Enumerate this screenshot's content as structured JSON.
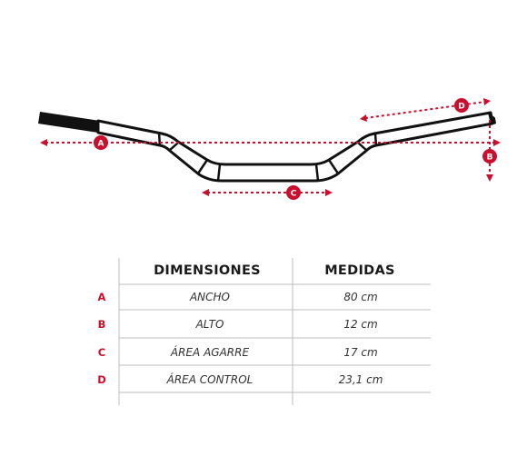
{
  "colors": {
    "accent": "#c8102e",
    "ink": "#111111",
    "rule": "#bdbdbd"
  },
  "labels": {
    "a": "A",
    "b": "B",
    "c": "C",
    "d": "D"
  },
  "table": {
    "headers": {
      "dimension": "DIMENSIONES",
      "measure": "MEDIDAS"
    },
    "rows": [
      {
        "letter": "A",
        "dimension": "ANCHO",
        "measure": "80 cm"
      },
      {
        "letter": "B",
        "dimension": "ALTO",
        "measure": "12 cm"
      },
      {
        "letter": "C",
        "dimension": "ÁREA AGARRE",
        "measure": "17 cm"
      },
      {
        "letter": "D",
        "dimension": "ÁREA CONTROL",
        "measure": "23,1 cm"
      }
    ]
  }
}
